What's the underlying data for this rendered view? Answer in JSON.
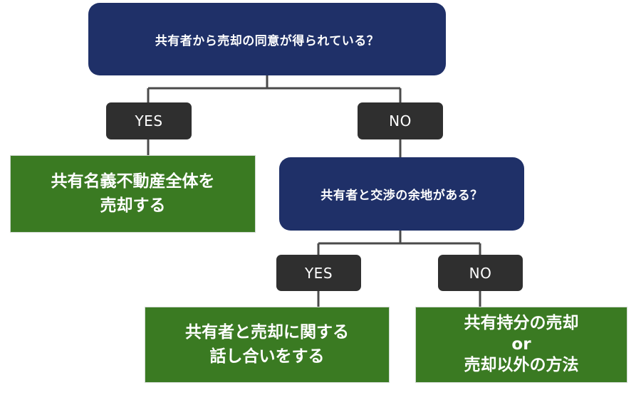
{
  "root_question": "共有者から売却の同意が得られている？",
  "root_yes_label": "YES",
  "root_no_label": "NO",
  "yes_result": [
    "共有名義不動産全体を",
    "売却する"
  ],
  "sub_question": "共有者と交渉の余地がある？",
  "sub_yes_label": "YES",
  "sub_no_label": "NO",
  "sub_yes_result": [
    "共有者と売却に関する",
    "話し合いをする"
  ],
  "sub_no_result": [
    "共有持分の売却",
    "or",
    "売却以外の方法"
  ],
  "colors": {
    "question_box": "#1f3068",
    "answer_box": "#2f2f2f",
    "result_box": "#3a7a22",
    "connector": "#4a4a4a"
  }
}
